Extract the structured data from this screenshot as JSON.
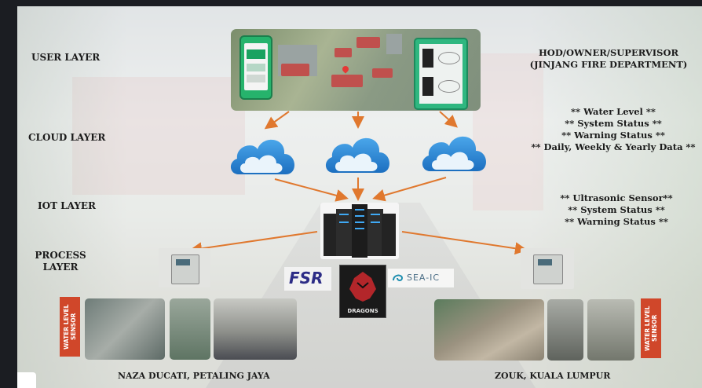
{
  "layers": {
    "user": "USER LAYER",
    "cloud": "CLOUD LAYER",
    "iot": "IOT LAYER",
    "process": "PROCESS\nLAYER"
  },
  "top_right": {
    "line1": "HOD/OWNER/SUPERVISOR",
    "line2": "(JINJANG FIRE DEPARTMENT)"
  },
  "cloud_info": [
    "** Water Level **",
    "** System Status **",
    "** Warning Status **",
    "** Daily, Weekly & Yearly Data **"
  ],
  "iot_info": [
    "** Ultrasonic Sensor**",
    "** System Status **",
    "** Warning Status **"
  ],
  "logos": {
    "fsr": "FSR",
    "dragons": "DRAGONS",
    "seaic": "SEA-IC"
  },
  "sensor_badge": "WATER LEVEL\nSENSOR",
  "sites": {
    "left": "NAZA DUCATI, PETALING JAYA",
    "right": "ZOUK, KUALA LUMPUR"
  },
  "colors": {
    "arrow": "#e0782e",
    "cloud_blue": "#2a86d6",
    "badge": "#d0472a"
  }
}
